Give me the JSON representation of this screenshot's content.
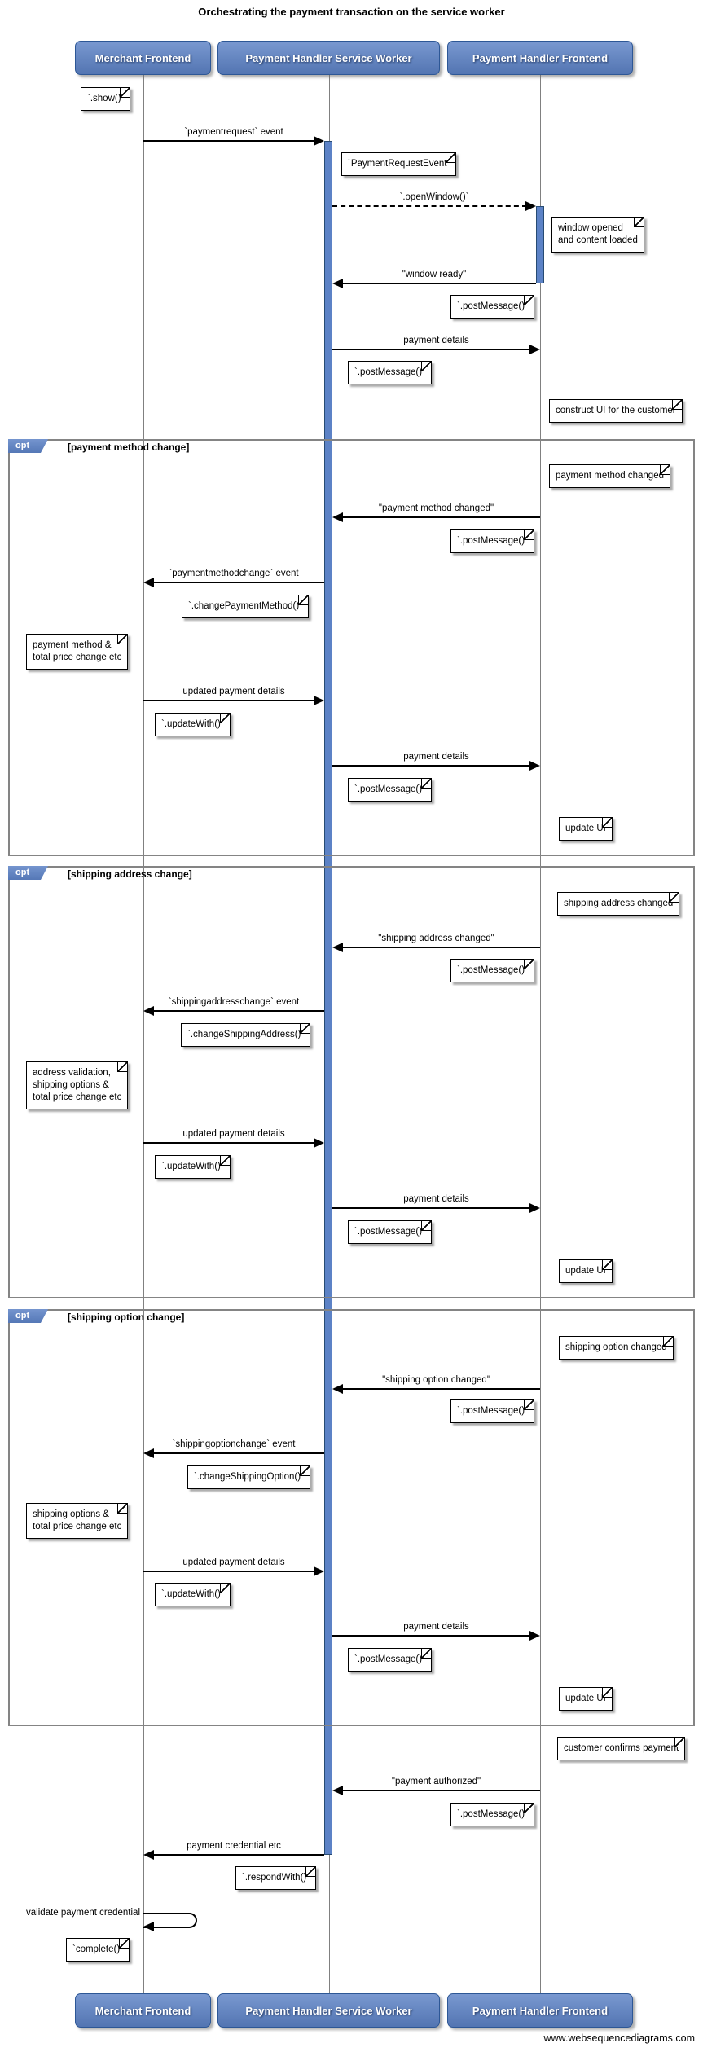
{
  "title": "Orchestrating the payment transaction on the service worker",
  "watermark": "www.websequencediagrams.com",
  "actors": [
    {
      "id": "merchant",
      "label": "Merchant Frontend"
    },
    {
      "id": "service_worker",
      "label": "Payment Handler Service Worker"
    },
    {
      "id": "handler_frontend",
      "label": "Payment Handler Frontend"
    }
  ],
  "fragments": [
    {
      "operator": "opt",
      "condition": "[payment method change]"
    },
    {
      "operator": "opt",
      "condition": "[shipping address change]"
    },
    {
      "operator": "opt",
      "condition": "[shipping option change]"
    }
  ],
  "messages": [
    {
      "label": "`paymentrequest` event",
      "from": 0,
      "to": 1,
      "line": "solid"
    },
    {
      "label": "`.openWindow()`",
      "from": 1,
      "to": 2,
      "line": "dashed"
    },
    {
      "label": "\"window ready\"",
      "from": 2,
      "to": 1,
      "line": "solid"
    },
    {
      "label": "payment details",
      "from": 1,
      "to": 2,
      "line": "solid"
    },
    {
      "label": "\"payment method changed\"",
      "from": 2,
      "to": 1,
      "line": "solid"
    },
    {
      "label": "`paymentmethodchange` event",
      "from": 1,
      "to": 0,
      "line": "solid"
    },
    {
      "label": "updated payment details",
      "from": 0,
      "to": 1,
      "line": "solid"
    },
    {
      "label": "payment details",
      "from": 1,
      "to": 2,
      "line": "solid"
    },
    {
      "label": "\"shipping address changed\"",
      "from": 2,
      "to": 1,
      "line": "solid"
    },
    {
      "label": "`shippingaddresschange` event",
      "from": 1,
      "to": 0,
      "line": "solid"
    },
    {
      "label": "updated payment details",
      "from": 0,
      "to": 1,
      "line": "solid"
    },
    {
      "label": "payment details",
      "from": 1,
      "to": 2,
      "line": "solid"
    },
    {
      "label": "\"shipping option changed\"",
      "from": 2,
      "to": 1,
      "line": "solid"
    },
    {
      "label": "`shippingoptionchange` event",
      "from": 1,
      "to": 0,
      "line": "solid"
    },
    {
      "label": "updated payment details",
      "from": 0,
      "to": 1,
      "line": "solid"
    },
    {
      "label": "payment details",
      "from": 1,
      "to": 2,
      "line": "solid"
    },
    {
      "label": "\"payment authorized\"",
      "from": 2,
      "to": 1,
      "line": "solid"
    },
    {
      "label": "payment credential etc",
      "from": 1,
      "to": 0,
      "line": "solid"
    },
    {
      "label": "validate payment credential",
      "from": 0,
      "to": 0,
      "line": "solid",
      "kind": "self"
    }
  ],
  "notes": [
    {
      "lines": [
        "`.show()`"
      ]
    },
    {
      "lines": [
        "`PaymentRequestEvent`"
      ]
    },
    {
      "lines": [
        "window opened",
        "and content loaded"
      ]
    },
    {
      "lines": [
        "`.postMessage()`"
      ]
    },
    {
      "lines": [
        "`.postMessage()`"
      ]
    },
    {
      "lines": [
        "construct UI for the customer"
      ]
    },
    {
      "lines": [
        "payment method changed"
      ]
    },
    {
      "lines": [
        "`.postMessage()`"
      ]
    },
    {
      "lines": [
        "`.changePaymentMethod()`"
      ]
    },
    {
      "lines": [
        "payment method &",
        "total price change etc"
      ]
    },
    {
      "lines": [
        "`.updateWith()`"
      ]
    },
    {
      "lines": [
        "`.postMessage()`"
      ]
    },
    {
      "lines": [
        "update UI"
      ]
    },
    {
      "lines": [
        "shipping address changed"
      ]
    },
    {
      "lines": [
        "`.postMessage()`"
      ]
    },
    {
      "lines": [
        "`.changeShippingAddress()`"
      ]
    },
    {
      "lines": [
        "address validation,",
        "shipping options &",
        "total price change etc"
      ]
    },
    {
      "lines": [
        "`.updateWith()`"
      ]
    },
    {
      "lines": [
        "`.postMessage()`"
      ]
    },
    {
      "lines": [
        "update UI"
      ]
    },
    {
      "lines": [
        "shipping option changed"
      ]
    },
    {
      "lines": [
        "`.postMessage()`"
      ]
    },
    {
      "lines": [
        "`.changeShippingOption()`"
      ]
    },
    {
      "lines": [
        "shipping options &",
        "total price change etc"
      ]
    },
    {
      "lines": [
        "`.updateWith()`"
      ]
    },
    {
      "lines": [
        "`.postMessage()`"
      ]
    },
    {
      "lines": [
        "update UI"
      ]
    },
    {
      "lines": [
        "customer confirms payment"
      ]
    },
    {
      "lines": [
        "`.postMessage()`"
      ]
    },
    {
      "lines": [
        "`.respondWith()`"
      ]
    },
    {
      "lines": [
        "`complete()`"
      ]
    }
  ],
  "colors": {
    "actor_fill": "#5c82c6",
    "actor_border": "#2d5796",
    "activation_fill": "#5c82c6",
    "frame_border": "#848484",
    "note_fill": "#ffffff",
    "line": "#000000",
    "lifeline": "#808080"
  }
}
